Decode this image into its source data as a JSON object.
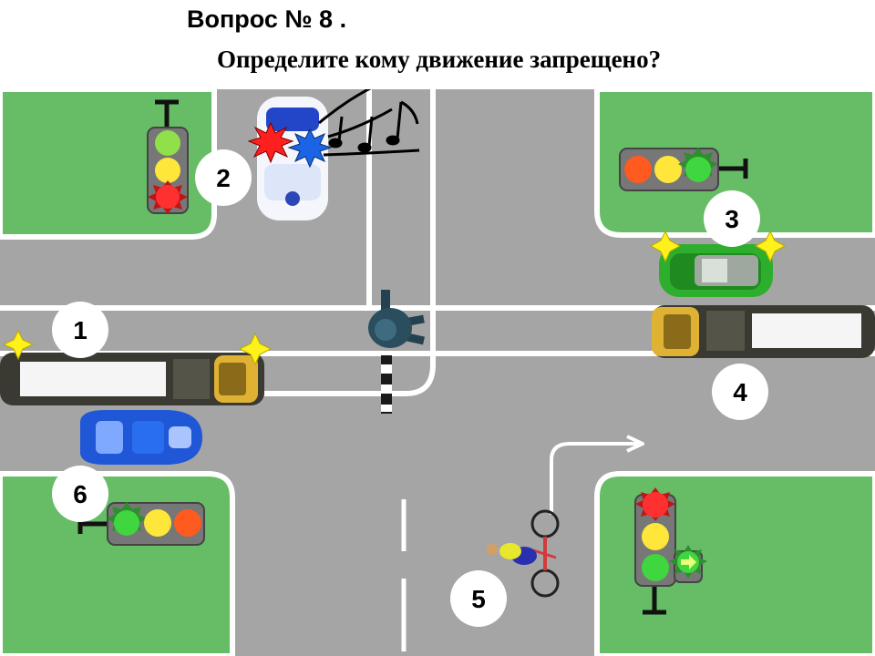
{
  "header": {
    "title": "Вопрос № 8 .",
    "question": "Определите кому движение запрещено?"
  },
  "participants": [
    {
      "number": "1",
      "vehicle": "bus-eastbound"
    },
    {
      "number": "2",
      "vehicle": "police-car"
    },
    {
      "number": "3",
      "vehicle": "green-car"
    },
    {
      "number": "4",
      "vehicle": "bus-westbound"
    },
    {
      "number": "5",
      "vehicle": "bicycle"
    },
    {
      "number": "6",
      "vehicle": "blue-car"
    }
  ],
  "traffic_lights": {
    "top_left": {
      "lit": "red"
    },
    "top_right": {
      "lit": "green"
    },
    "bottom_left": {
      "lit": "green"
    },
    "bottom_right": {
      "lit": "red",
      "arrow_section": "green-right-arrow"
    }
  },
  "colors": {
    "grass": "#66bd66",
    "road": "#a5a5a5",
    "signal_red": "#ff1f1f",
    "signal_yellow": "#ffe63a",
    "signal_green": "#3fd63f",
    "hazard_yellow": "#fff21a"
  }
}
